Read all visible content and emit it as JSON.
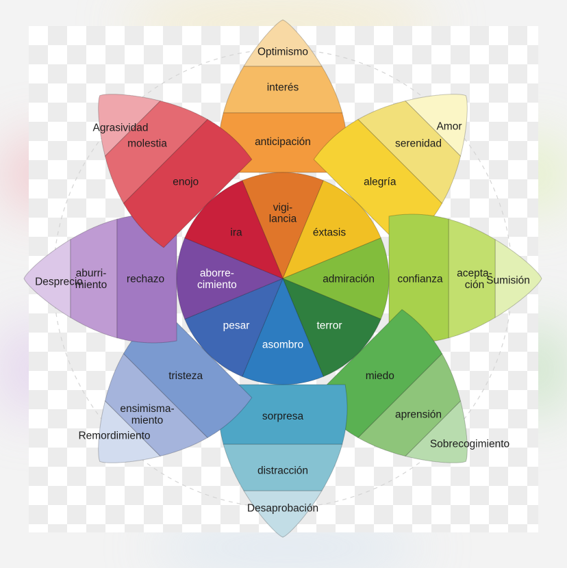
{
  "petals": [
    {
      "name": "optimism",
      "outer_label": "Optimismo",
      "levels": [
        {
          "label": [
            "interés"
          ],
          "color": "#f6bb64"
        },
        {
          "label": [
            "anticipación"
          ],
          "color": "#f39a3d"
        },
        {
          "label": [
            "vigi-",
            "lancia"
          ],
          "color": "#e0762a"
        }
      ],
      "tip_color": "#f8d9a4"
    },
    {
      "name": "love",
      "outer_label": "Amor",
      "levels": [
        {
          "label": [
            "serenidad"
          ],
          "color": "#f2e07a"
        },
        {
          "label": [
            "alegría"
          ],
          "color": "#f6d234"
        },
        {
          "label": [
            "éxtasis"
          ],
          "color": "#f1c024"
        }
      ],
      "tip_color": "#fbf6c6"
    },
    {
      "name": "submission",
      "outer_label": "Sumisión",
      "levels": [
        {
          "label": [
            "acepta-",
            "ción"
          ],
          "color": "#c2df6e"
        },
        {
          "label": [
            "confianza"
          ],
          "color": "#a8d14c"
        },
        {
          "label": [
            "admiración"
          ],
          "color": "#82bd3c"
        }
      ],
      "tip_color": "#e2f0b4"
    },
    {
      "name": "awe",
      "outer_label": "Sobrecogimiento",
      "levels": [
        {
          "label": [
            "aprensión"
          ],
          "color": "#8ec57a"
        },
        {
          "label": [
            "miedo"
          ],
          "color": "#5ab152"
        },
        {
          "label": [
            "terror"
          ],
          "color": "#2f7f3f"
        }
      ],
      "tip_color": "#b8dcae"
    },
    {
      "name": "disapproval",
      "outer_label": "Desaprobación",
      "levels": [
        {
          "label": [
            "distracción"
          ],
          "color": "#86c2d2"
        },
        {
          "label": [
            "sorpresa"
          ],
          "color": "#4ea6c6"
        },
        {
          "label": [
            "asombro"
          ],
          "color": "#2d7cc0"
        }
      ],
      "tip_color": "#c2dde6"
    },
    {
      "name": "remorse",
      "outer_label": "Remordimiento",
      "levels": [
        {
          "label": [
            "ensimisma-",
            "miento"
          ],
          "color": "#a5b4dc"
        },
        {
          "label": [
            "tristeza"
          ],
          "color": "#7b9ad0"
        },
        {
          "label": [
            "pesar"
          ],
          "color": "#3e67b4"
        }
      ],
      "tip_color": "#d2dcef"
    },
    {
      "name": "contempt",
      "outer_label": "Desprecio",
      "levels": [
        {
          "label": [
            "aburri-",
            "miento"
          ],
          "color": "#bf9bd3"
        },
        {
          "label": [
            "rechazo"
          ],
          "color": "#a279c2"
        },
        {
          "label": [
            "aborre-",
            "cimiento"
          ],
          "color": "#7a4aa2"
        }
      ],
      "tip_color": "#dcc7e8"
    },
    {
      "name": "aggressiveness",
      "outer_label": "Agrasividad",
      "levels": [
        {
          "label": [
            "molestia"
          ],
          "color": "#e46a72"
        },
        {
          "label": [
            "enojo"
          ],
          "color": "#d8404f"
        },
        {
          "label": [
            "ira"
          ],
          "color": "#c9203b"
        }
      ],
      "tip_color": "#efa6ac"
    }
  ]
}
